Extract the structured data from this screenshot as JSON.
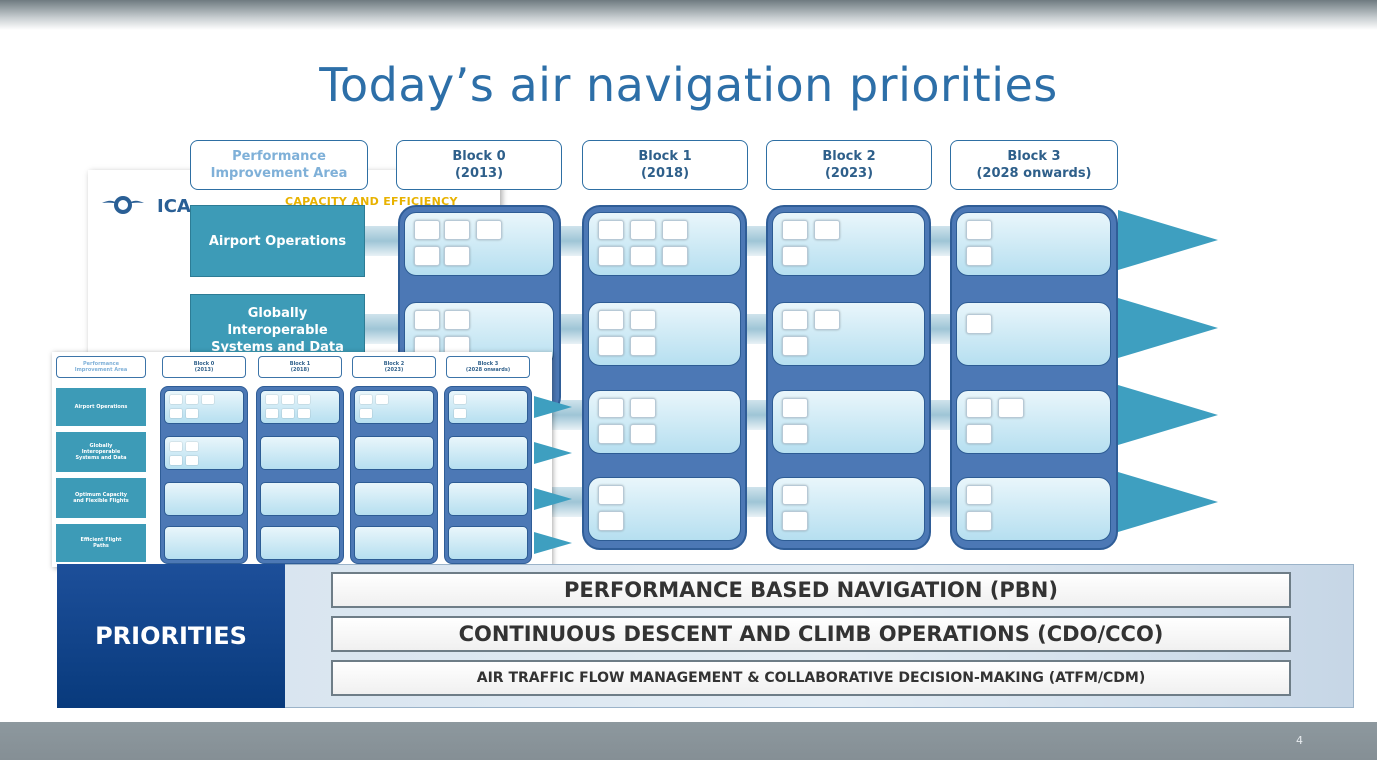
{
  "title": "Today’s air navigation priorities",
  "headers": [
    {
      "line1": "Performance",
      "line2": "Improvement Area"
    },
    {
      "line1": "Block 0",
      "line2": "(2013)"
    },
    {
      "line1": "Block 1",
      "line2": "(2018)"
    },
    {
      "line1": "Block 2",
      "line2": "(2023)"
    },
    {
      "line1": "Block 3",
      "line2": "(2028 onwards)"
    }
  ],
  "background_doc": {
    "logo_text": "ICA",
    "banner": "CAPACITY AND EFFICIENCY"
  },
  "areas": [
    {
      "line1": "Airport Operations",
      "line2": "",
      "line3": ""
    },
    {
      "line1": "Globally",
      "line2": "Interoperable",
      "line3": "Systems and Data"
    }
  ],
  "inset": {
    "headers": [
      {
        "line1": "Performance",
        "line2": "Improvement Area"
      },
      {
        "line1": "Block 0",
        "line2": "(2013)"
      },
      {
        "line1": "Block 1",
        "line2": "(2018)"
      },
      {
        "line1": "Block 2",
        "line2": "(2023)"
      },
      {
        "line1": "Block 3",
        "line2": "(2028 onwards)"
      }
    ],
    "areas": [
      {
        "line1": "Airport Operations",
        "line2": "",
        "line3": ""
      },
      {
        "line1": "Globally",
        "line2": "Interoperable",
        "line3": "Systems and Data"
      },
      {
        "line1": "Optimum Capacity",
        "line2": "and Flexible Flights",
        "line3": ""
      },
      {
        "line1": "Efficient Flight",
        "line2": "Paths",
        "line3": ""
      }
    ]
  },
  "priorities": {
    "label": "PRIORITIES",
    "items": [
      "PERFORMANCE BASED NAVIGATION (PBN)",
      "CONTINUOUS DESCENT AND CLIMB OPERATIONS (CDO/CCO)",
      "AIR TRAFFIC FLOW MANAGEMENT & COLLABORATIVE DECISION-MAKING (ATFM/CDM)"
    ]
  },
  "footer": {
    "page_number": "4"
  },
  "colors": {
    "title": "#2d6fa8",
    "block_column": "#4c78b5",
    "area_box": "#3d9bb7",
    "arrow": "#3e9fc0",
    "priorities_label": "#0f4488"
  }
}
